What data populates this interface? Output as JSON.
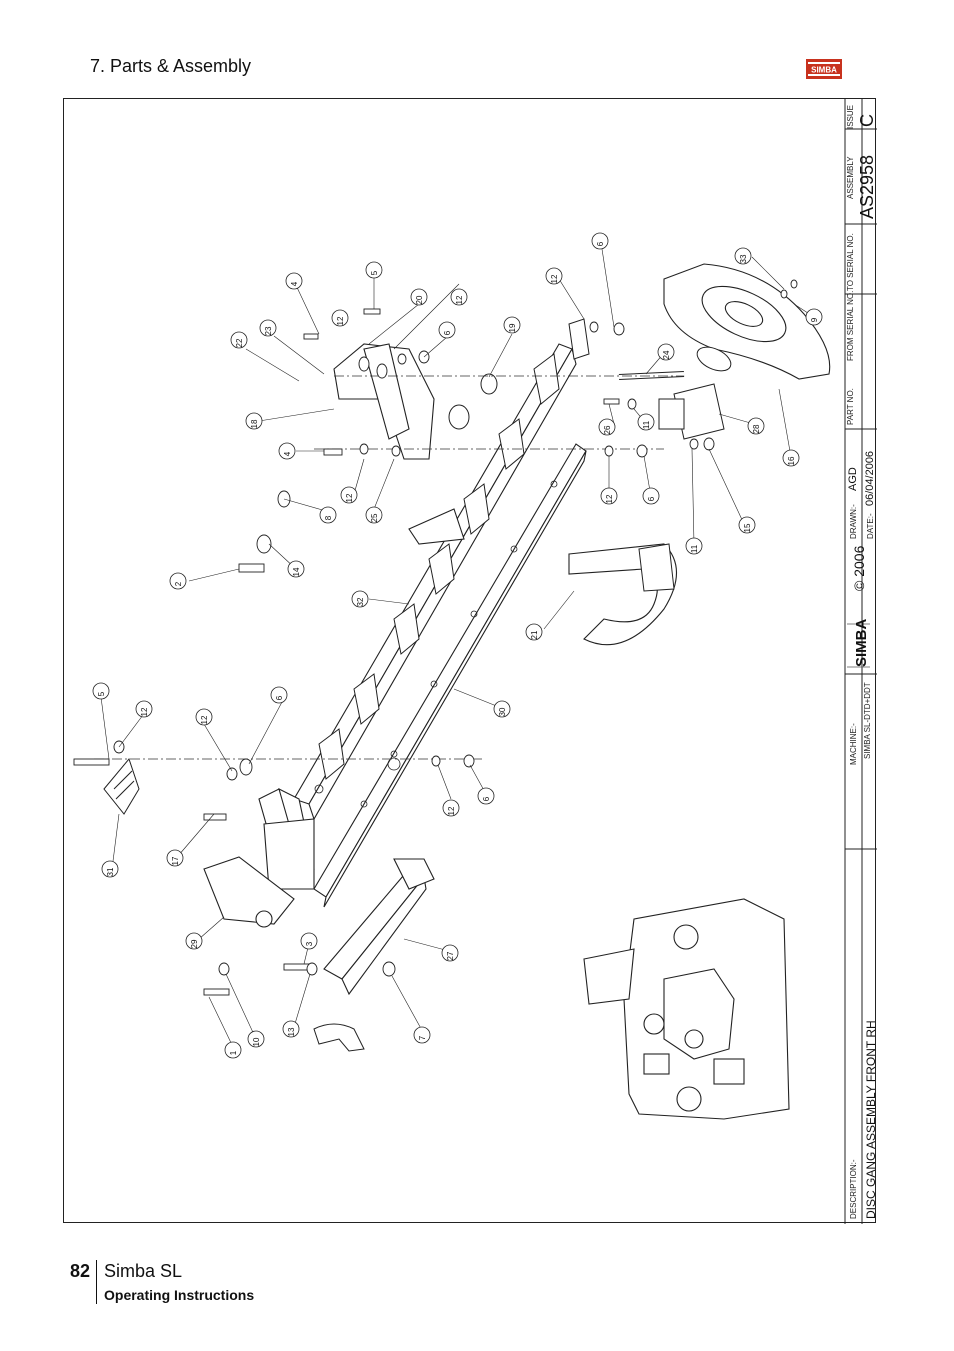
{
  "header": {
    "section_title": "7. Parts & Assembly",
    "logo_text": "SIMBA"
  },
  "footer": {
    "page_number": "82",
    "product_name": "Simba SL",
    "document_type": "Operating Instructions"
  },
  "title_block": {
    "issue_label": "ISSUE",
    "issue": "C",
    "assembly_label": "ASSEMBLY",
    "assembly_no": "AS2958",
    "to_serial_label": "TO SERIAL NO.",
    "from_serial_label": "FROM SERIAL NO.",
    "part_no_label": "PART NO.",
    "drawn_label": "DRAWN:-",
    "drawn_value": "AGD",
    "date_label": "DATE:-",
    "date_value": "06/04/2006",
    "copyright": "© 2006",
    "brand": "SIMBA",
    "machine_label": "MACHINE:-",
    "machine_value": "SIMBA SL-DTD+DDT",
    "description_label": "DESCRIPTION:-",
    "description_value": "DISC GANG ASSEMBLY FRONT RH"
  },
  "callouts": [
    "1",
    "2",
    "3",
    "4",
    "4",
    "5",
    "5",
    "6",
    "6",
    "6",
    "6",
    "6",
    "7",
    "8",
    "9",
    "10",
    "11",
    "11",
    "12",
    "12",
    "12",
    "12",
    "12",
    "12",
    "12",
    "12",
    "13",
    "14",
    "15",
    "16",
    "17",
    "18",
    "19",
    "20",
    "21",
    "22",
    "23",
    "24",
    "25",
    "26",
    "27",
    "28",
    "29",
    "30",
    "31",
    "32",
    "33"
  ]
}
